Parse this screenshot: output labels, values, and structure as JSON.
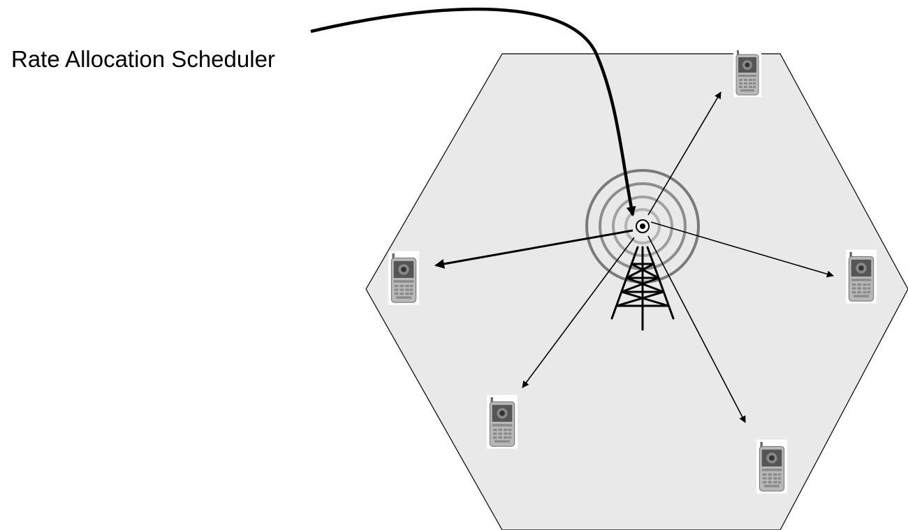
{
  "diagram": {
    "label": "Rate Allocation Scheduler",
    "cell_fill": "#e9e9e9",
    "cell_stroke": "#000000",
    "ring_colors": [
      "#7a7a7a",
      "#8c8c8c",
      "#a0a0a0",
      "#b4b4b4"
    ],
    "devices": [
      {
        "id": "phone-top-right",
        "icon": "mobile-phone-icon"
      },
      {
        "id": "phone-left",
        "icon": "mobile-phone-icon"
      },
      {
        "id": "phone-right",
        "icon": "mobile-phone-icon"
      },
      {
        "id": "phone-bottom-left",
        "icon": "mobile-phone-icon"
      },
      {
        "id": "phone-bottom-right",
        "icon": "mobile-phone-icon"
      }
    ],
    "tower_icon": "cell-tower-icon"
  }
}
